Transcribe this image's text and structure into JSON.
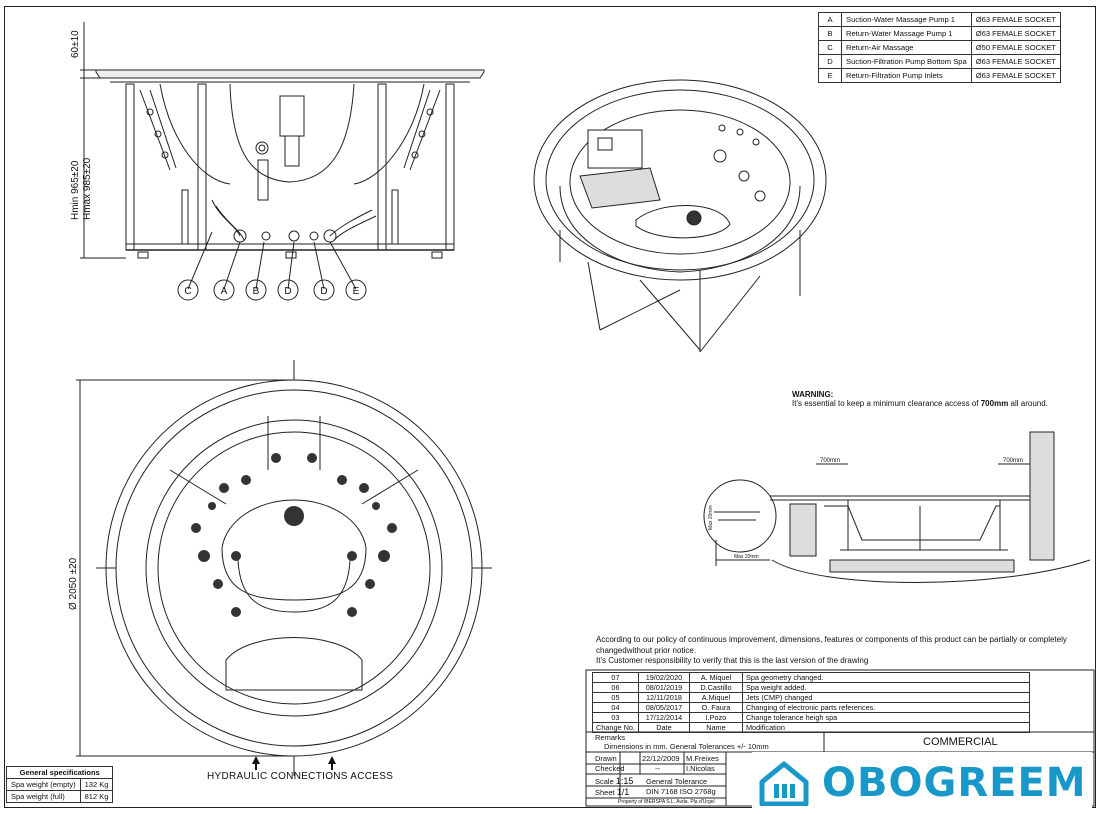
{
  "connections": [
    {
      "code": "A",
      "desc": "Suction-Water Massage Pump 1",
      "socket": "Ø63 FEMALE SOCKET"
    },
    {
      "code": "B",
      "desc": "Return-Water Massage Pump 1",
      "socket": "Ø63 FEMALE SOCKET"
    },
    {
      "code": "C",
      "desc": "Return-Air Massage",
      "socket": "Ø50 FEMALE SOCKET"
    },
    {
      "code": "D",
      "desc": "Suction-Filtration Pump Bottom Spa",
      "socket": "Ø63 FEMALE SOCKET"
    },
    {
      "code": "E",
      "desc": "Return-Filtration Pump Inlets",
      "socket": "Ø63 FEMALE SOCKET"
    }
  ],
  "side_view": {
    "dim_top": "60±10",
    "dim_hmin": "Hmin 965±20",
    "dim_hmax": "Hmax 985±20",
    "callouts": [
      "C",
      "A",
      "B",
      "D",
      "D",
      "E"
    ]
  },
  "plan_view": {
    "diameter": "Ø 2050 ±20"
  },
  "warning": {
    "title": "WARNING:",
    "text_pre": "It's essential to keep a minimum clearance access of ",
    "text_bold": "700mm",
    "text_post": " all around."
  },
  "clearance": {
    "left": "700mm",
    "right": "700mm",
    "max_v": "Max 20mm",
    "max_h": "Max 20mm"
  },
  "policy": {
    "line1": "According to our policy of continuous improvement, dimensions, features or components of this product can be partially or completely changedwithout prior notice.",
    "line2": "It's Customer responsibility to verify that this is the last version of the drawing"
  },
  "revisions": [
    {
      "no": "07",
      "date": "19/02/2020",
      "name": "A. Miquel",
      "mod": "Spa geometry changed."
    },
    {
      "no": "06",
      "date": "08/01/2019",
      "name": "D.Castillo",
      "mod": "Spa weight added."
    },
    {
      "no": "05",
      "date": "12/11/2018",
      "name": "A.Miquel",
      "mod": "Jets (CMP) changed"
    },
    {
      "no": "04",
      "date": "08/05/2017",
      "name": "O. Faura",
      "mod": "Changing of electronic parts references."
    },
    {
      "no": "03",
      "date": "17/12/2014",
      "name": "I.Pozo",
      "mod": "Change tolerance heigh spa"
    }
  ],
  "rev_header": {
    "no": "Change No.",
    "date": "Date",
    "name": "Name",
    "mod": "Modification"
  },
  "title_block": {
    "remarks": "Remarks",
    "remarks_text": "Dimensions in mm. General Tolerances +/- 10mm",
    "commercial": "COMMERCIAL",
    "drawn_label": "Drawn",
    "drawn_date": "22/12/2009",
    "drawn_name": "M.Freixes",
    "checked_label": "Checked",
    "checked_date": "--",
    "checked_name": "I.Nicolas",
    "scale_label": "Scale",
    "scale_val": "1:15",
    "sheet_label": "Sheet",
    "sheet_val": "1/1",
    "tolerance_label": "General Tolerance",
    "tolerance_std": "DIN 7168 ISO 2768g",
    "property": "Property of IBERSPA S.L. Avda. Pla d'Urgel"
  },
  "specs": {
    "title": "General specifications",
    "rows": [
      {
        "label": "Spa weight (empty)",
        "value": "132 Kg"
      },
      {
        "label": "Spa weight (full)",
        "value": "812 Kg"
      }
    ]
  },
  "hydraulic": "HYDRAULIC CONNECTIONS ACCESS",
  "logo": {
    "text": "OBOGREEM",
    "color": "#1798c8"
  }
}
